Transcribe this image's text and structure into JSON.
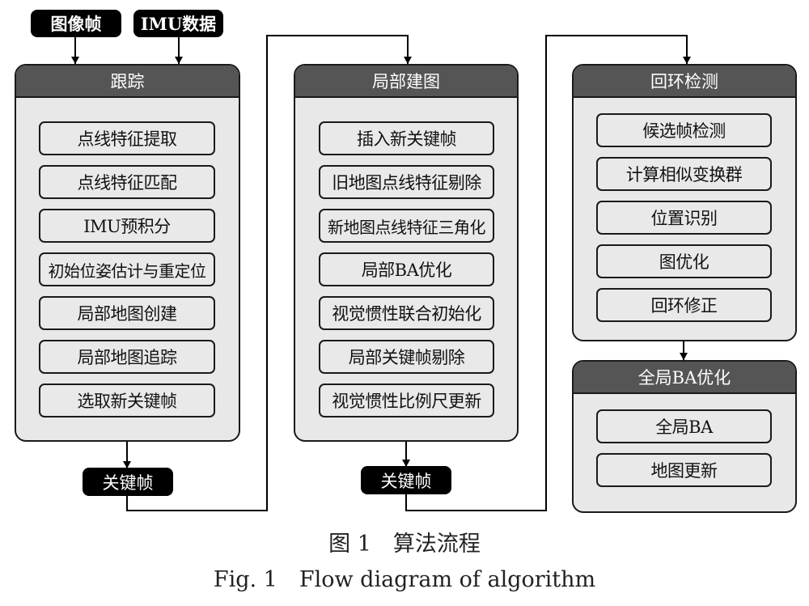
{
  "inputs": {
    "image_frame": "图像帧",
    "imu_data": "IMU数据"
  },
  "panels": {
    "tracking": {
      "title": "跟踪",
      "steps": [
        "点线特征提取",
        "点线特征匹配",
        "IMU预积分",
        "初始位姿估计与重定位",
        "局部地图创建",
        "局部地图追踪",
        "选取新关键帧"
      ]
    },
    "local_mapping": {
      "title": "局部建图",
      "steps": [
        "插入新关键帧",
        "旧地图点线特征剔除",
        "新地图点线特征三角化",
        "局部BA优化",
        "视觉惯性联合初始化",
        "局部关键帧剔除",
        "视觉惯性比例尺更新"
      ]
    },
    "loop_closing": {
      "title": "回环检测",
      "steps": [
        "候选帧检测",
        "计算相似变换群",
        "位置识别",
        "图优化",
        "回环修正"
      ]
    },
    "global_ba": {
      "title": "全局BA优化",
      "steps": [
        "全局BA",
        "地图更新"
      ]
    }
  },
  "outputs": {
    "keyframe_1": "关键帧",
    "keyframe_2": "关键帧"
  },
  "caption": {
    "zh": "图 1　算法流程",
    "en": "Fig. 1　Flow diagram of algorithm"
  }
}
